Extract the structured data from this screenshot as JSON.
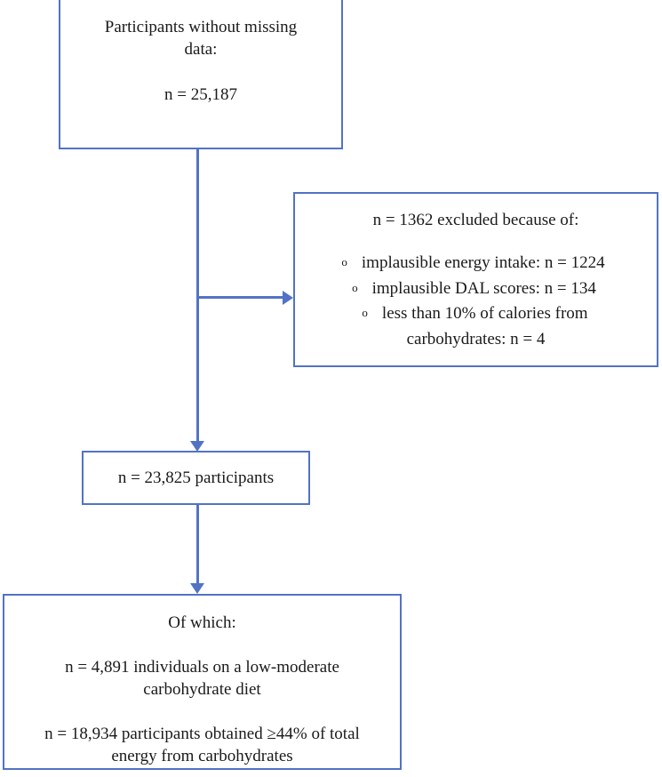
{
  "diagram": {
    "type": "participant-flow-chart",
    "accent_color": "#5273C4",
    "text_color": "#1a1a1a",
    "background": "#ffffff"
  },
  "nodes": {
    "enrolled": {
      "title": "Participants without missing",
      "title_line2": "data:",
      "count": "n = 25,187"
    },
    "excluded": {
      "heading": "n = 1362 excluded because of:",
      "bullet_glyph": "o",
      "reasons": [
        "implausible energy intake: n = 1224",
        "implausible DAL scores: n = 134",
        "less than 10% of calories from",
        "carbohydrates: n = 4"
      ]
    },
    "analytic": {
      "count": "n = 23,825 participants"
    },
    "subgroups": {
      "heading": "Of which:",
      "group_one_line1": "n = 4,891 individuals on a low-moderate",
      "group_one_line2": "carbohydrate diet",
      "group_two_line1": "n = 18,934 participants obtained ≥44% of total",
      "group_two_line2": "energy from carbohydrates"
    }
  }
}
